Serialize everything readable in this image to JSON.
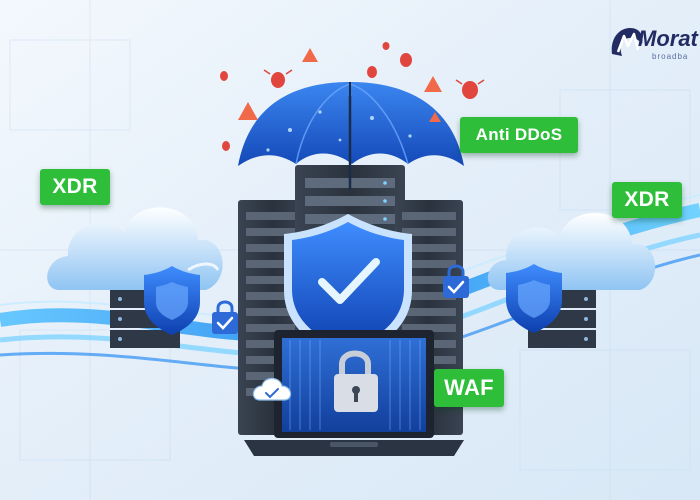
{
  "labels": {
    "xdr_left": "XDR",
    "anti_ddos": "Anti DDoS",
    "xdr_right": "XDR",
    "waf": "WAF"
  },
  "logo": {
    "name": "Morat",
    "tagline": "broadba"
  },
  "colors": {
    "badge_green": "#2fbe3a",
    "shield_blue": "#1f6fe0",
    "umbrella_blue": "#1c5fcf",
    "threat_red": "#e0463e",
    "server_dark": "#2c3440"
  }
}
